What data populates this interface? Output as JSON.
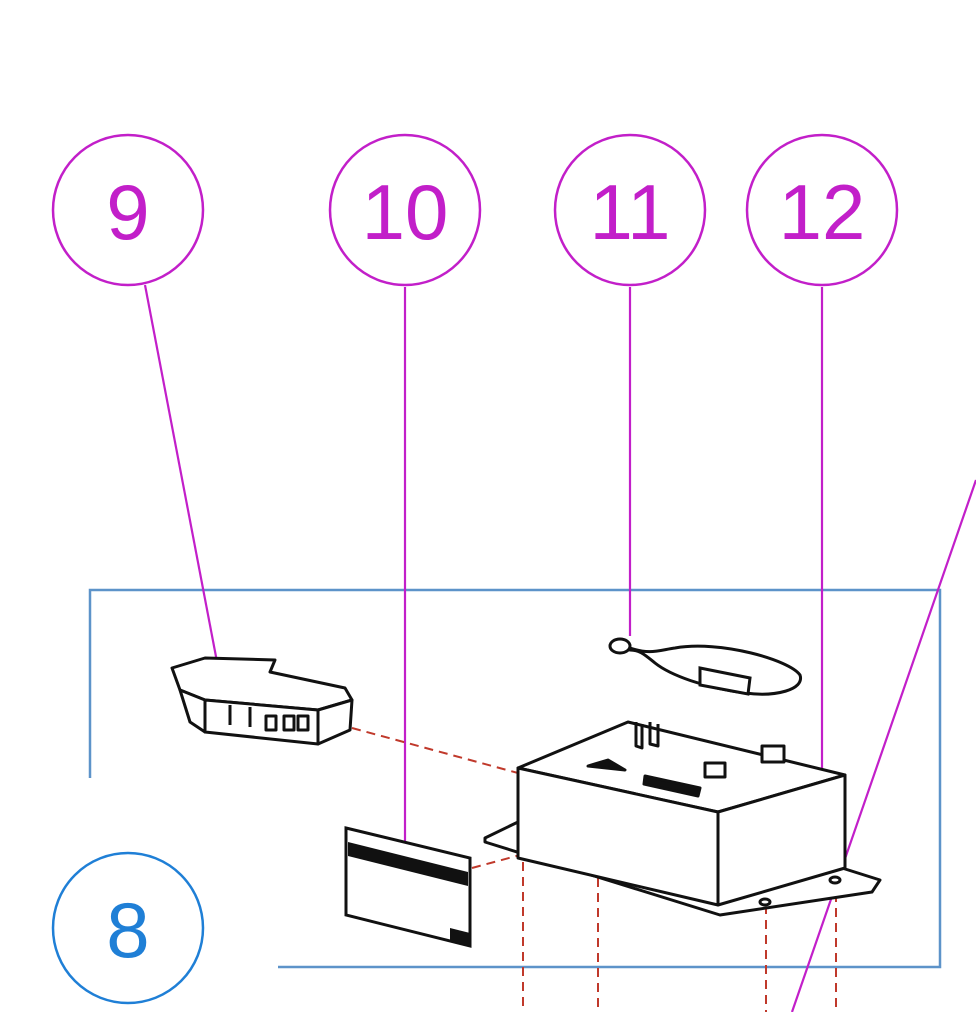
{
  "diagram": {
    "callouts": [
      {
        "label": "9"
      },
      {
        "label": "10"
      },
      {
        "label": "11"
      },
      {
        "label": "12"
      }
    ],
    "group": {
      "label": "8"
    },
    "colors": {
      "callout": "#c21fc9",
      "group_callout": "#1f7fd6",
      "frame": "#5d93c9",
      "part_outline": "#111111",
      "dashed_leader": "#c0392b"
    },
    "parts": [
      {
        "icon": "switch-connector-icon"
      },
      {
        "icon": "label-plate-icon"
      },
      {
        "icon": "wire-loop-icon"
      },
      {
        "icon": "control-box-icon"
      }
    ]
  }
}
